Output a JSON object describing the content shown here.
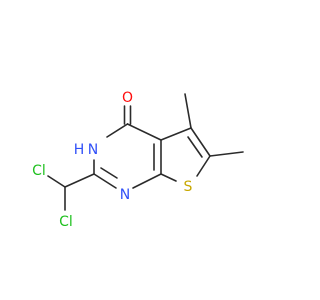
{
  "molecule": {
    "atoms": {
      "oxygen": "O",
      "nh_nitrogen": "N",
      "nh_hydrogen": "H",
      "ring_nitrogen": "N",
      "sulfur": "S",
      "chlorine_top": "Cl",
      "chlorine_bottom": "Cl"
    }
  }
}
